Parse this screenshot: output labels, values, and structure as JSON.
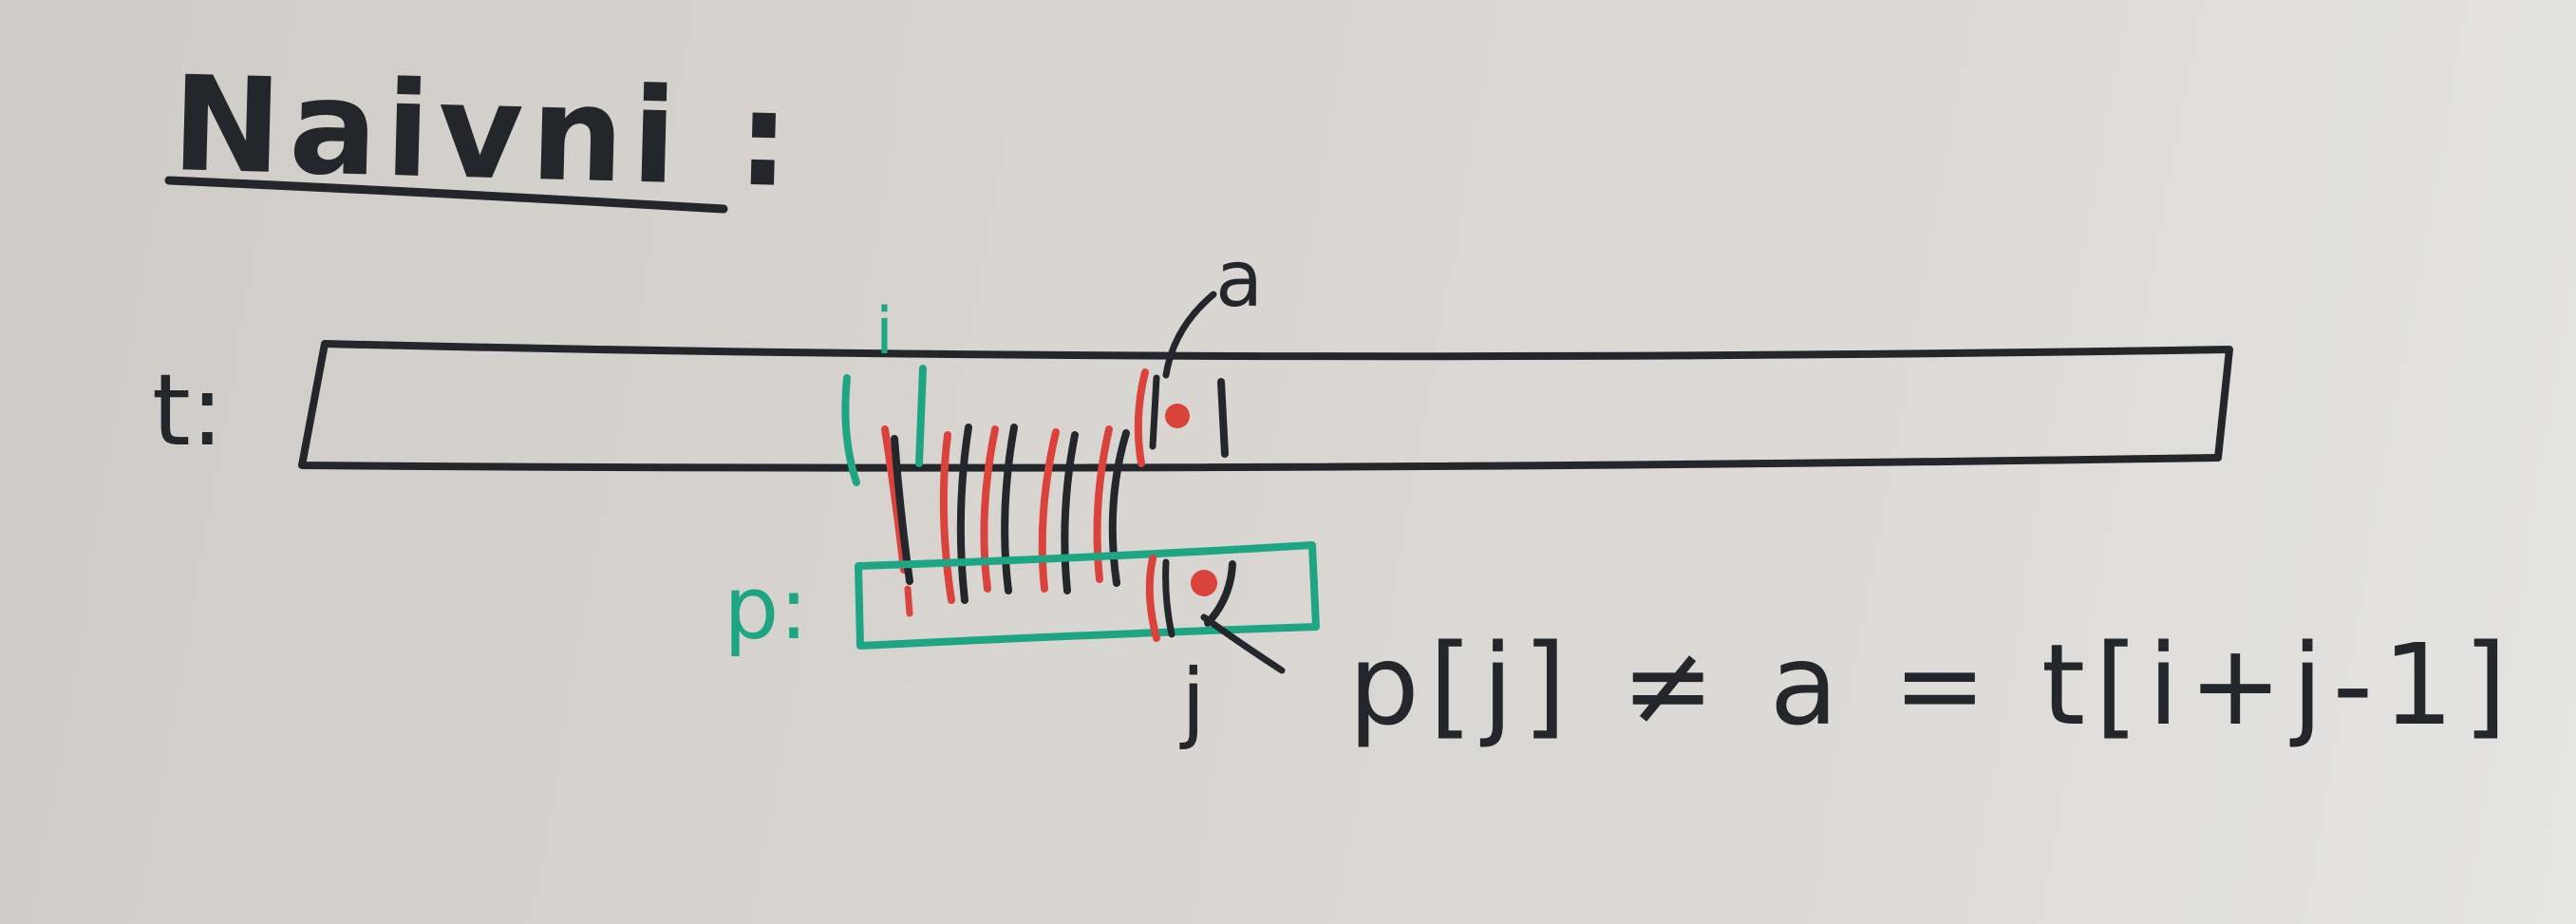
{
  "title": "Naivni :",
  "text_label": "t:",
  "pattern_label": "p:",
  "index_i": "i",
  "index_j": "j",
  "mismatch_char": "a",
  "formula": "p[j] ≠ a = t[i+j-1]",
  "colors": {
    "ink_black": "#23262b",
    "ink_green": "#1ea584",
    "ink_red": "#d9433c",
    "board": "#d8d5d1"
  }
}
